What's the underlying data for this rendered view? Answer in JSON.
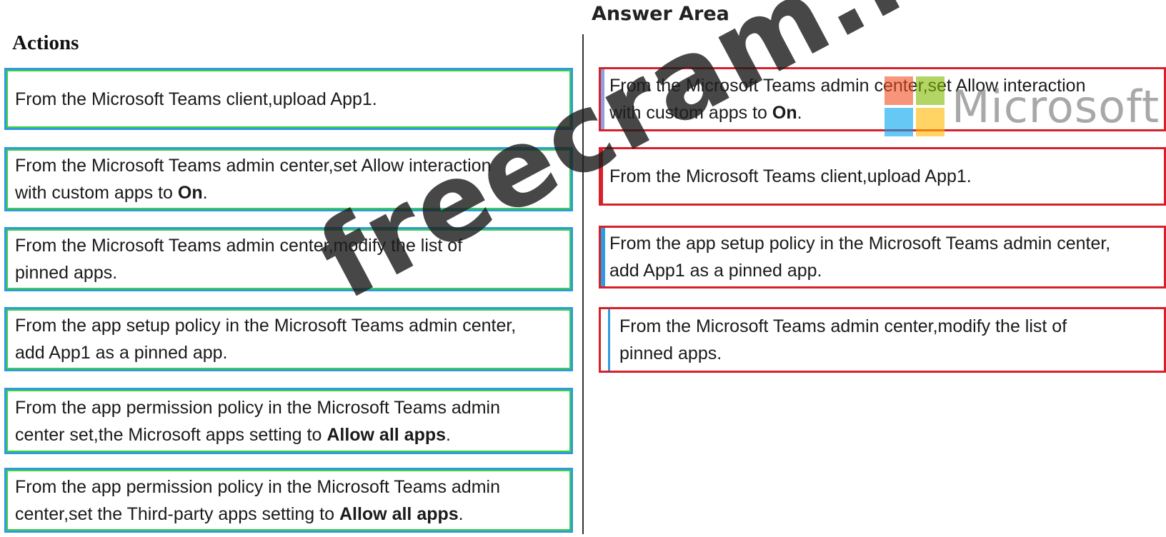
{
  "header": {
    "answer_area_title": "Answer Area",
    "actions_title": "Actions"
  },
  "actions": [
    {
      "text": "From the Microsoft Teams client,upload App1.",
      "bold": ""
    },
    {
      "text": "From the Microsoft Teams admin center,set Allow interaction\nwith custom apps to ",
      "bold": "On",
      "tail": "."
    },
    {
      "text": "From the Microsoft Teams admin center,modify the list of\npinned apps.",
      "bold": ""
    },
    {
      "text": "From the app setup policy in the Microsoft Teams admin center,\nadd App1 as a pinned app.",
      "bold": ""
    },
    {
      "text": "From the app permission policy in the Microsoft Teams admin\ncenter set,the Microsoft apps setting to ",
      "bold": "Allow all apps",
      "tail": "."
    },
    {
      "text": "From the app permission policy in the Microsoft Teams admin\ncenter,set the Third-party apps setting to ",
      "bold": "Allow all apps",
      "tail": "."
    }
  ],
  "answers": [
    {
      "text": "From the Microsoft Teams admin center,set Allow interaction\nwith custom apps to ",
      "bold": "On",
      "tail": "."
    },
    {
      "text": "From the Microsoft Teams client,upload App1.",
      "bold": ""
    },
    {
      "text": "From the app setup policy in the Microsoft Teams admin center,\nadd App1 as a pinned app.",
      "bold": ""
    },
    {
      "text": "From the Microsoft Teams admin center,modify the list of\npinned apps.",
      "bold": ""
    }
  ],
  "watermark": {
    "text": "freecram.net",
    "logo_text": "Microsoft",
    "logo_colors": [
      "#f25022",
      "#7fba00",
      "#00a4ef",
      "#ffb900"
    ]
  },
  "colors": {
    "action_border": "#2f9ae0",
    "action_inner": "#3cd23c",
    "answer_border": "#d8202a"
  }
}
